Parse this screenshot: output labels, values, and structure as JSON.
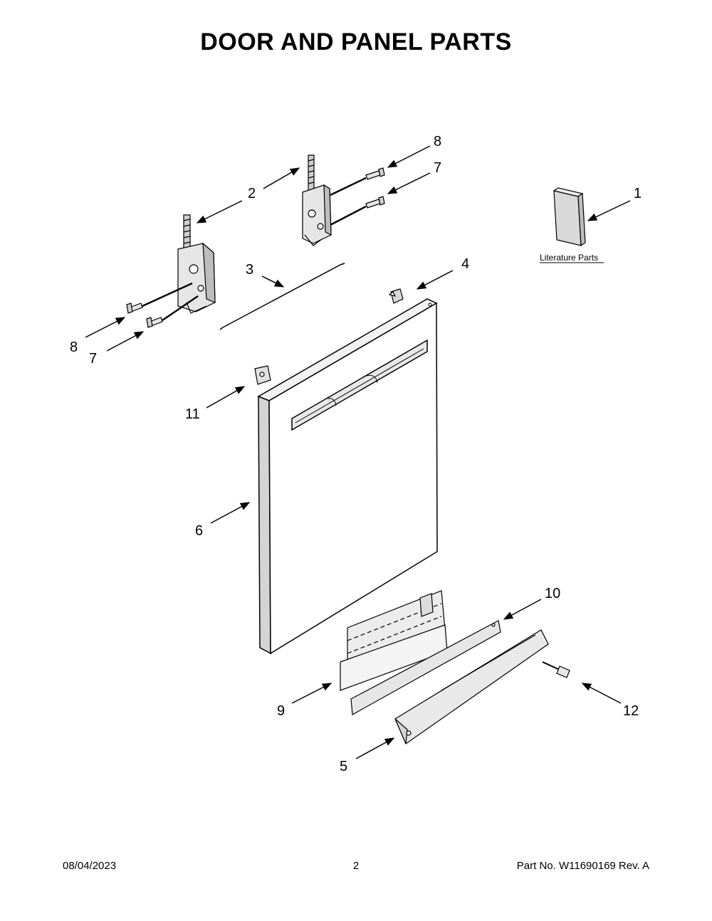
{
  "title": "DOOR AND PANEL PARTS",
  "literature_label": "Literature Parts",
  "callouts": {
    "c1": "1",
    "c2": "2",
    "c3": "3",
    "c4": "4",
    "c5": "5",
    "c6": "6",
    "c7a": "7",
    "c7b": "7",
    "c8a": "8",
    "c8b": "8",
    "c9": "9",
    "c10": "10",
    "c11": "11",
    "c12": "12"
  },
  "footer": {
    "date": "08/04/2023",
    "page": "2",
    "part": "Part No.  W11690169  Rev.  A"
  }
}
